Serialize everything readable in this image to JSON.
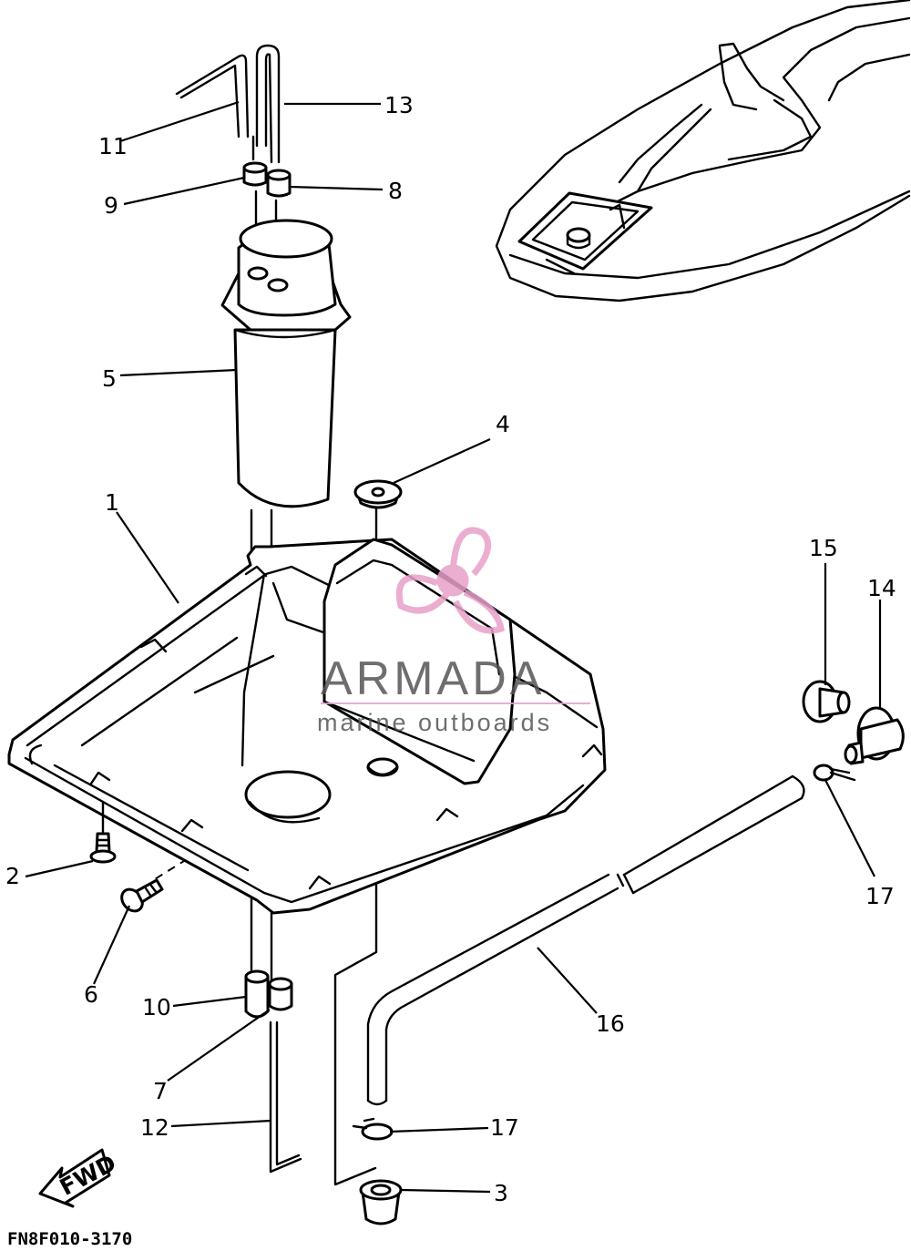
{
  "diagram_code": "FN8F010-3170",
  "fwd_label": "FWD",
  "watermark": {
    "title": "ARMADA",
    "subtitle": "marine outboards",
    "colors": {
      "text": "#555555",
      "logo": "#e8a0c8"
    }
  },
  "callouts": {
    "p1": "1",
    "p2": "2",
    "p3": "3",
    "p4": "4",
    "p5": "5",
    "p6": "6",
    "p7": "7",
    "p8": "8",
    "p9": "9",
    "p10": "10",
    "p11": "11",
    "p12": "12",
    "p13": "13",
    "p14": "14",
    "p15": "15",
    "p16": "16",
    "p17a": "17",
    "p17b": "17"
  }
}
